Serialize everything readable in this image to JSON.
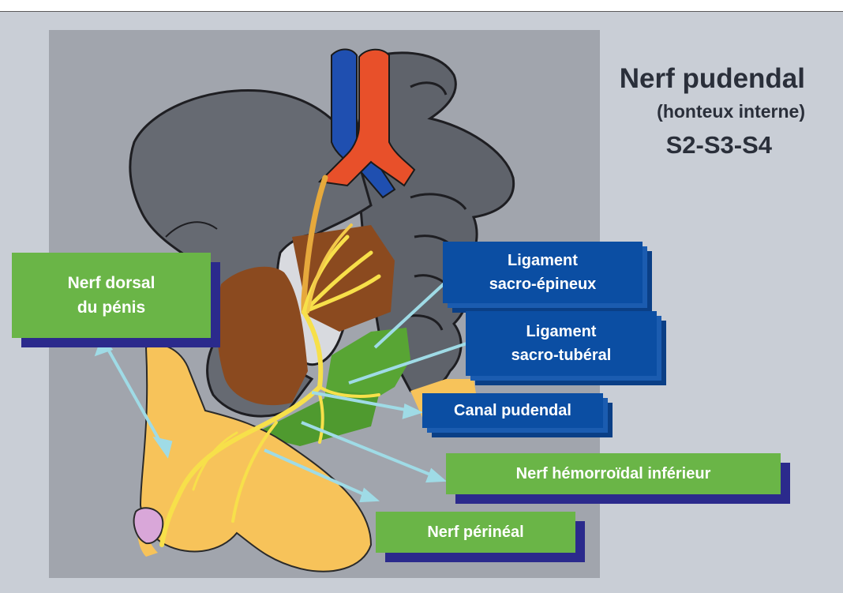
{
  "title": {
    "main": "Nerf pudendal",
    "sub": "(honteux interne)",
    "segments": "S2-S3-S4"
  },
  "labels": {
    "dorsal_nerve": "Nerf dorsal\ndu pénis",
    "sacrospinous": "Ligament\nsacro-épineux",
    "sacrotuberous": "Ligament\nsacro-tubéral",
    "pudendal_canal": "Canal pudendal",
    "inferior_rectal": "Nerf hémorroïdal inférieur",
    "perineal": "Nerf périnéal"
  },
  "colors": {
    "background": "#c9ced6",
    "panel": "#9fa3aa",
    "bone": "#666a72",
    "muscle_brown": "#8b4a1f",
    "ligament_green": "#4f9a2f",
    "nerve_yellow": "#f7e04a",
    "skin": "#f7c35a",
    "vein": "#1f4fb0",
    "artery": "#e8502a",
    "arrow": "#9fdbe6",
    "label_green": "#6ab547",
    "label_blue": "#0b4ea3"
  }
}
